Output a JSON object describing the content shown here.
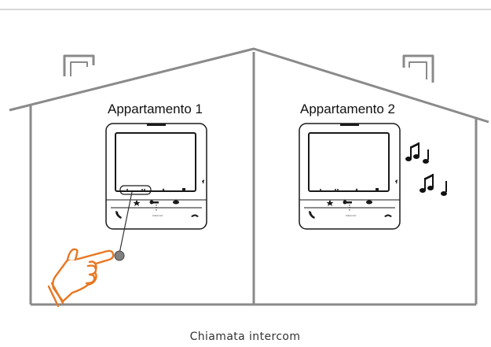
{
  "apartments": [
    {
      "label": "Appartamento 1"
    },
    {
      "label": "Appartamento 2"
    }
  ],
  "monitor": {
    "intercom_label": "Intercom"
  },
  "caption": "Chiamata intercom",
  "colors": {
    "house_stroke": "#8a8a8a",
    "device_stroke": "#1a1a1a",
    "hand": "#e87722",
    "button_dot": "#808080",
    "divider": "#b0b0b0",
    "caption": "#333333"
  },
  "icons": [
    "pointing-hand-icon",
    "music-notes-icon",
    "phone-icon",
    "hangup-icon",
    "key-icon",
    "eye-icon",
    "star-icon",
    "bell-icon",
    "grid-icon"
  ]
}
